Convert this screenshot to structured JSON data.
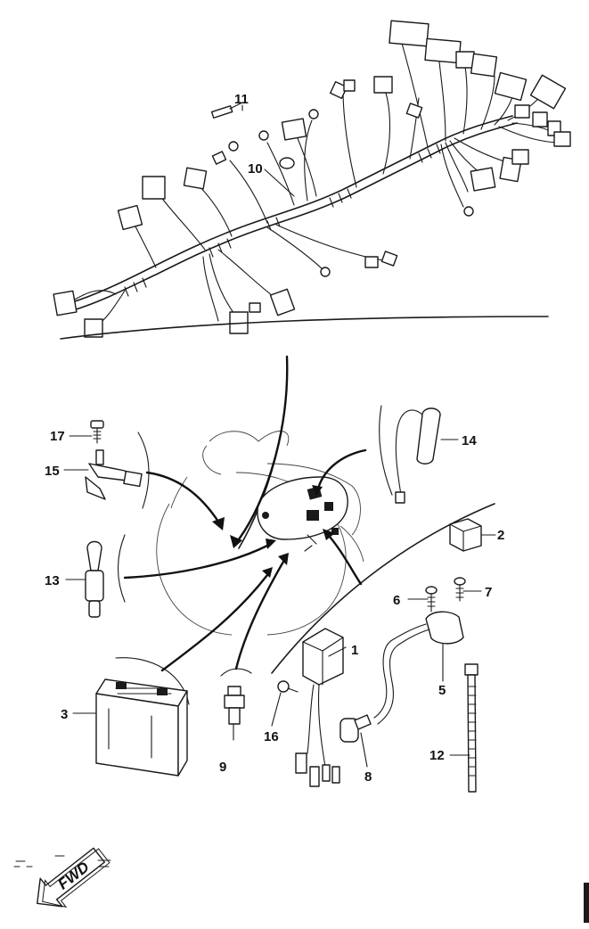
{
  "callouts": [
    {
      "id": "c1",
      "text": "1"
    },
    {
      "id": "c2",
      "text": "2"
    },
    {
      "id": "c3",
      "text": "3"
    },
    {
      "id": "c5",
      "text": "5"
    },
    {
      "id": "c6",
      "text": "6"
    },
    {
      "id": "c7",
      "text": "7"
    },
    {
      "id": "c8",
      "text": "8"
    },
    {
      "id": "c9",
      "text": "9"
    },
    {
      "id": "c10",
      "text": "10"
    },
    {
      "id": "c11",
      "text": "11"
    },
    {
      "id": "c12",
      "text": "12"
    },
    {
      "id": "c13",
      "text": "13"
    },
    {
      "id": "c14",
      "text": "14"
    },
    {
      "id": "c15",
      "text": "15"
    },
    {
      "id": "c16",
      "text": "16"
    },
    {
      "id": "c17",
      "text": "17"
    }
  ],
  "direction_label": "FWD",
  "line_color": "#1a1a1a",
  "background_color": "#ffffff"
}
